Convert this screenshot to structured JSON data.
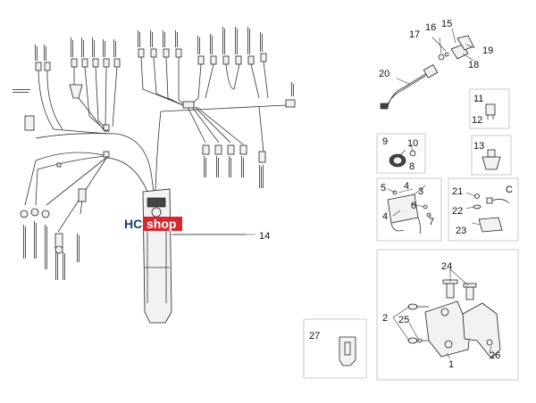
{
  "callouts": [
    "20",
    "17",
    "16",
    "15",
    "19",
    "18",
    "11",
    "12",
    "9",
    "10",
    "8",
    "13",
    "5",
    "4",
    "3",
    "6",
    "7",
    "21",
    "C",
    "22",
    "23",
    "24",
    "2",
    "25",
    "1",
    "26",
    "27",
    "14"
  ],
  "logo": {
    "part1": "HC",
    "part2": "shop",
    "colors": {
      "hc": "#1a3c7a",
      "shop_bg": "#d7282f",
      "shop_text": "#ffffff"
    }
  }
}
